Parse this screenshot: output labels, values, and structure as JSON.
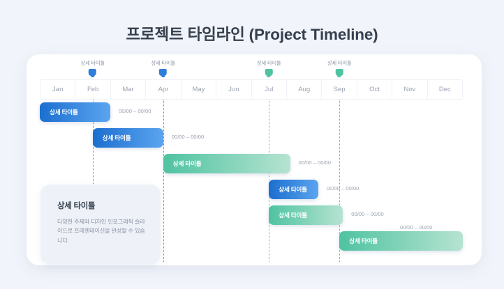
{
  "page": {
    "title": "프로젝트 타임라인 (Project Timeline)",
    "background_color": "#f1f4fa",
    "panel_color": "#ffffff"
  },
  "colors": {
    "blue": "#1c6fd0",
    "blue_light": "#5ba4ef",
    "green": "#4fc3a1",
    "green_light": "#b6e3d1",
    "text_muted": "#9aa1b0",
    "text_dark": "#36404e"
  },
  "timeline": {
    "months": [
      "Jan",
      "Feb",
      "Mar",
      "Apr",
      "May",
      "Jun",
      "Jul",
      "Aug",
      "Sep",
      "Oct",
      "Nov",
      "Dec"
    ],
    "markers": [
      {
        "label": "상세 타이틀",
        "month": "Feb",
        "color": "#2f7fd8",
        "icon": "flag-marker-icon"
      },
      {
        "label": "상세 타이틀",
        "month": "Apr",
        "color": "#2f7fd8",
        "icon": "flag-marker-icon"
      },
      {
        "label": "상세 타이틀",
        "month": "Jul",
        "color": "#4fc3a1",
        "icon": "flag-marker-icon"
      },
      {
        "label": "상세 타이틀",
        "month": "Sep",
        "color": "#4fc3a1",
        "icon": "flag-marker-icon"
      }
    ],
    "guides": [
      {
        "month": "Feb",
        "color": "#4a90e2"
      },
      {
        "month": "Apr",
        "color": "#4a90e2"
      },
      {
        "month": "Jul",
        "color": "#4fc3a1"
      },
      {
        "month": "Sep",
        "color": "#4fc3a1"
      }
    ],
    "bars": [
      {
        "label": "상세 타이틀",
        "date": "00/00 – 00/00",
        "start": 0,
        "span": 2,
        "color": "blue",
        "date_position": "right"
      },
      {
        "label": "상세 타이틀",
        "date": "00/00 – 00/00",
        "start": 1.5,
        "span": 2,
        "color": "blue",
        "date_position": "right"
      },
      {
        "label": "상세 타이틀",
        "date": "00/00 – 00/00",
        "start": 3.5,
        "span": 3.6,
        "color": "green",
        "date_position": "right"
      },
      {
        "label": "상세 타이틀",
        "date": "00/00 – 00/00",
        "start": 6.5,
        "span": 1.4,
        "color": "blue",
        "date_position": "right"
      },
      {
        "label": "상세 타이틀",
        "date": "00/00 – 00/00",
        "start": 6.5,
        "span": 2.1,
        "color": "green",
        "date_position": "right"
      },
      {
        "label": "상세 타이틀",
        "date": "00/00 – 00/00",
        "start": 8.5,
        "span": 3.5,
        "color": "green",
        "date_position": "above"
      }
    ]
  },
  "info_card": {
    "title": "상세 타이틀",
    "body": "다양한 주제와 디자인 인포그래픽 슬라이드로 프레젠테이션을 완성할 수 있습니다."
  },
  "chart_data": {
    "type": "bar",
    "title": "프로젝트 타임라인 (Project Timeline)",
    "xlabel": "",
    "ylabel": "",
    "categories": [
      "Jan",
      "Feb",
      "Mar",
      "Apr",
      "May",
      "Jun",
      "Jul",
      "Aug",
      "Sep",
      "Oct",
      "Nov",
      "Dec"
    ],
    "grid": true,
    "legend": "none",
    "series": [
      {
        "name": "상세 타이틀",
        "start_month": "Jan",
        "end_month": "Mar",
        "value_label": "00/00 – 00/00",
        "color": "#1c6fd0"
      },
      {
        "name": "상세 타이틀",
        "start_month": "Feb",
        "end_month": "Apr",
        "value_label": "00/00 – 00/00",
        "color": "#1c6fd0"
      },
      {
        "name": "상세 타이틀",
        "start_month": "Apr",
        "end_month": "Aug",
        "value_label": "00/00 – 00/00",
        "color": "#4fc3a1"
      },
      {
        "name": "상세 타이틀",
        "start_month": "Jul",
        "end_month": "Aug",
        "value_label": "00/00 – 00/00",
        "color": "#1c6fd0"
      },
      {
        "name": "상세 타이틀",
        "start_month": "Jul",
        "end_month": "Sep",
        "value_label": "00/00 – 00/00",
        "color": "#4fc3a1"
      },
      {
        "name": "상세 타이틀",
        "start_month": "Sep",
        "end_month": "Dec",
        "value_label": "00/00 – 00/00",
        "color": "#4fc3a1"
      }
    ],
    "milestones": [
      {
        "label": "상세 타이틀",
        "month": "Feb",
        "color": "#2f7fd8"
      },
      {
        "label": "상세 타이틀",
        "month": "Apr",
        "color": "#2f7fd8"
      },
      {
        "label": "상세 타이틀",
        "month": "Jul",
        "color": "#4fc3a1"
      },
      {
        "label": "상세 타이틀",
        "month": "Sep",
        "color": "#4fc3a1"
      }
    ]
  }
}
